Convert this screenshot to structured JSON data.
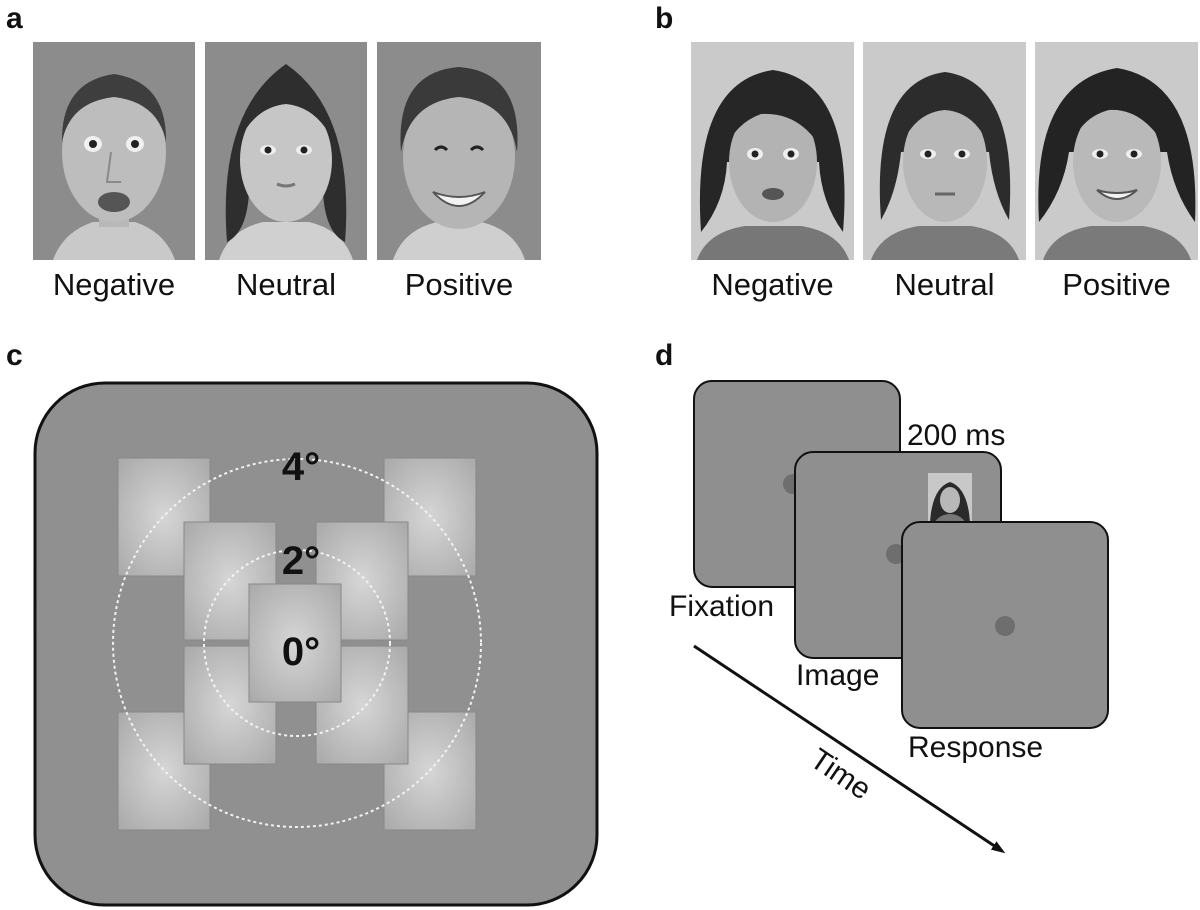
{
  "panels": {
    "a": {
      "letter": "a",
      "faces": [
        {
          "label": "Negative",
          "icon": "surprised-man-face-photo"
        },
        {
          "label": "Neutral",
          "icon": "neutral-woman-face-photo"
        },
        {
          "label": "Positive",
          "icon": "smiling-man-face-photo"
        }
      ]
    },
    "b": {
      "letter": "b",
      "faces": [
        {
          "label": "Negative",
          "icon": "fearful-woman-face-photo"
        },
        {
          "label": "Neutral",
          "icon": "neutral-young-man-face-photo"
        },
        {
          "label": "Positive",
          "icon": "smiling-man-face-photo"
        }
      ]
    },
    "c": {
      "letter": "c",
      "eccentricity_labels": [
        "4°",
        "2°",
        "0°"
      ]
    },
    "d": {
      "letter": "d",
      "screens": [
        "Fixation",
        "Image",
        "Response"
      ],
      "duration": "200 ms",
      "axis_label": "Time"
    }
  },
  "colors": {
    "screen_gray": "#8f8f8f",
    "fixation_dot": "#6e6e6e",
    "photo_bg_a": "#8c8c8c",
    "photo_bg_b": "#c8c8c8"
  }
}
